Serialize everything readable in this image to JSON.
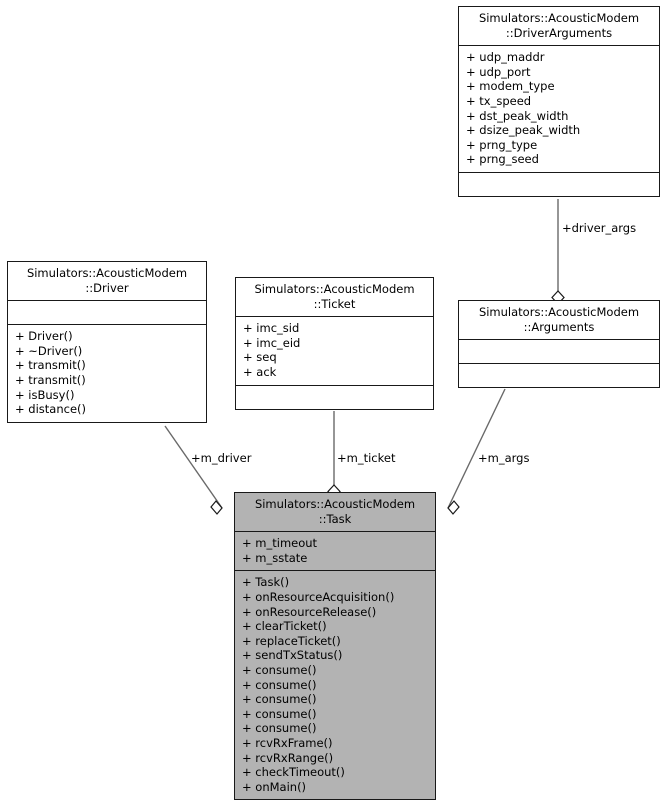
{
  "diagram": {
    "kind": "uml-class-collaboration-diagram",
    "background": "#ffffff",
    "line_color": "#191919",
    "highlight_fill": "#b3b3b3",
    "classes": [
      {
        "id": "driver-arguments",
        "name": "Simulators::AcousticModem\n::DriverArguments",
        "highlighted": false,
        "attributes": [
          "+ udp_maddr",
          "+ udp_port",
          "+ modem_type",
          "+ tx_speed",
          "+ dst_peak_width",
          "+ dsize_peak_width",
          "+ prng_type",
          "+ prng_seed"
        ],
        "operations": []
      },
      {
        "id": "arguments",
        "name": "Simulators::AcousticModem\n::Arguments",
        "highlighted": false,
        "attributes": [],
        "operations": []
      },
      {
        "id": "driver",
        "name": "Simulators::AcousticModem\n::Driver",
        "highlighted": false,
        "attributes": [],
        "operations": [
          "+ Driver()",
          "+ ~Driver()",
          "+ transmit()",
          "+ transmit()",
          "+ isBusy()",
          "+ distance()"
        ]
      },
      {
        "id": "ticket",
        "name": "Simulators::AcousticModem\n::Ticket",
        "highlighted": false,
        "attributes": [
          "+ imc_sid",
          "+ imc_eid",
          "+ seq",
          "+ ack"
        ],
        "operations": []
      },
      {
        "id": "task",
        "name": "Simulators::AcousticModem\n::Task",
        "highlighted": true,
        "attributes": [
          "+ m_timeout",
          "+ m_sstate"
        ],
        "operations": [
          "+ Task()",
          "+ onResourceAcquisition()",
          "+ onResourceRelease()",
          "+ clearTicket()",
          "+ replaceTicket()",
          "+ sendTxStatus()",
          "+ consume()",
          "+ consume()",
          "+ consume()",
          "+ consume()",
          "+ consume()",
          "+ rcvRxFrame()",
          "+ rcvRxRange()",
          "+ checkTimeout()",
          "+ onMain()"
        ]
      }
    ],
    "edges": [
      {
        "id": "edge-driver-args",
        "label": "+driver_args",
        "from": "driver-arguments",
        "to": "arguments",
        "type": "aggregation"
      },
      {
        "id": "edge-m-driver",
        "label": "+m_driver",
        "from": "driver",
        "to": "task",
        "type": "aggregation"
      },
      {
        "id": "edge-m-ticket",
        "label": "+m_ticket",
        "from": "ticket",
        "to": "task",
        "type": "aggregation"
      },
      {
        "id": "edge-m-args",
        "label": "+m_args",
        "from": "arguments",
        "to": "task",
        "type": "aggregation"
      }
    ]
  }
}
